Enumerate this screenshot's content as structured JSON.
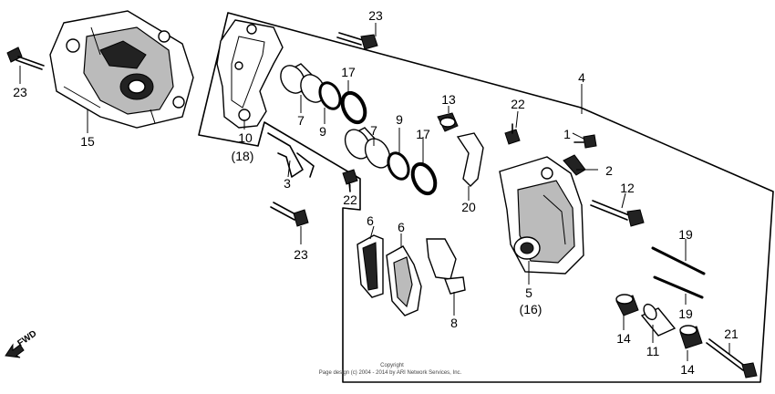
{
  "labels": {
    "l1": "1",
    "l2": "2",
    "l3": "3",
    "l4": "4",
    "l5": "5",
    "l16": "(16)",
    "l6a": "6",
    "l6b": "6",
    "l7a": "7",
    "l7b": "7",
    "l8": "8",
    "l9a": "9",
    "l9b": "9",
    "l10": "10",
    "l18": "(18)",
    "l11": "11",
    "l12": "12",
    "l13": "13",
    "l14a": "14",
    "l14b": "14",
    "l15": "15",
    "l17a": "17",
    "l17b": "17",
    "l19a": "19",
    "l19b": "19",
    "l20": "20",
    "l21": "21",
    "l22a": "22",
    "l22b": "22",
    "l23a": "23",
    "l23b": "23",
    "l23c": "23"
  },
  "direction": {
    "text": "FWD"
  },
  "copyright": {
    "line1": "Copyright",
    "line2": "Page design (c) 2004 - 2014 by ARI Network Services, Inc."
  }
}
